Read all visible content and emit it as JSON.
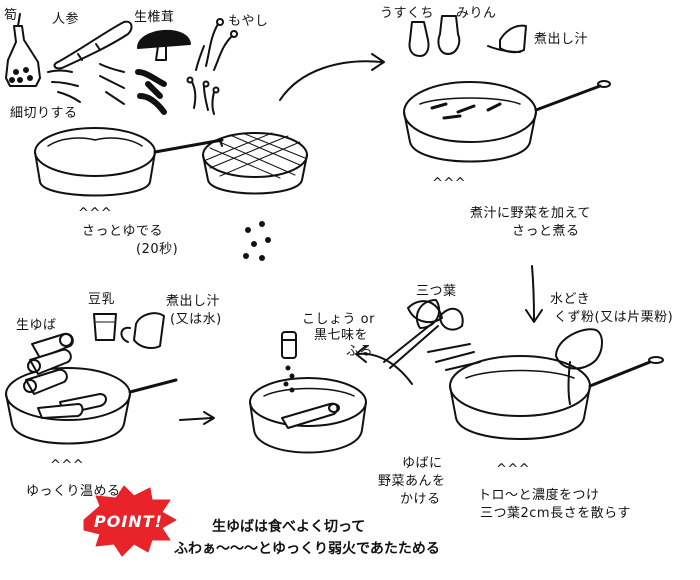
{
  "ingredients": {
    "takenoko": "筍",
    "ninjin": "人参",
    "shiitake": "生椎茸",
    "moyashi": "もやし"
  },
  "steps": {
    "cut": "細切りする",
    "boil_1": "さっとゆでる",
    "boil_2": "(20秒)",
    "simmer_1": "煮汁に野菜を加えて",
    "simmer_2": "さっと煮る",
    "thicken_1": "トロ～と濃度をつけ",
    "thicken_2": "三つ葉2cm長さを散らす",
    "serve_1": "ゆばに",
    "serve_2": "野菜あんを",
    "serve_3": "かける",
    "warm": "ゆっくり温める"
  },
  "seasonings": {
    "usukuchi": "うすくち",
    "mirin": "みりん",
    "dashi_1": "煮出し汁",
    "tonyu": "豆乳",
    "dashi_2": "煮出し汁",
    "dashi_2_alt": "(又は水)",
    "namayuba": "生ゆば",
    "mitsuba": "三つ葉",
    "mizudoki_1": "水どき",
    "mizudoki_2": "くず粉(又は片栗粉)",
    "pepper_1": "こしょう or",
    "pepper_2": "黒七味を",
    "pepper_3": "ふる"
  },
  "heat_marks": "^^^",
  "point": {
    "badge": "POINT!",
    "line_1": "生ゆばは食べよく切って",
    "line_2": "ふわぁ～～～とゆっくり弱火であたためる"
  },
  "colors": {
    "badge_fill": "#e8232a",
    "ink": "#111111"
  }
}
